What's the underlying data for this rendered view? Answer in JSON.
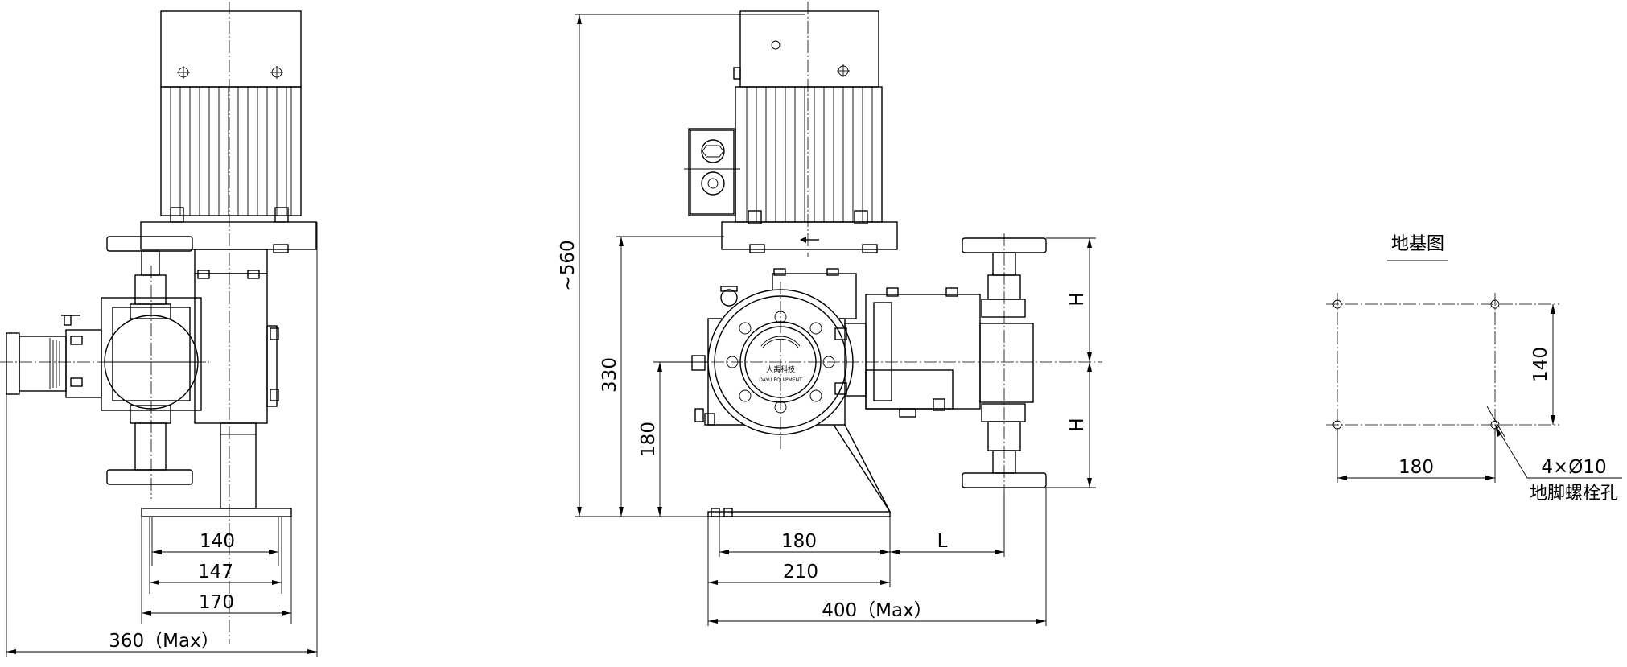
{
  "side_view": {
    "dim_140": "140",
    "dim_147": "147",
    "dim_170": "170",
    "dim_360": "360（Max）"
  },
  "front_view": {
    "dim_560": "~560",
    "dim_330": "330",
    "dim_180_height": "180",
    "dim_H_upper": "H",
    "dim_H_lower": "H",
    "dim_180_width": "180",
    "dim_L": "L",
    "dim_210": "210",
    "dim_400": "400（Max）",
    "nameplate_line1": "大禹科技",
    "nameplate_line2": "DAYU EQUIPMENT"
  },
  "foundation_plan": {
    "title": "地基图",
    "dim_140": "140",
    "dim_180": "180",
    "hole_spec": "4×Ø10",
    "hole_note": "地脚螺栓孔"
  }
}
